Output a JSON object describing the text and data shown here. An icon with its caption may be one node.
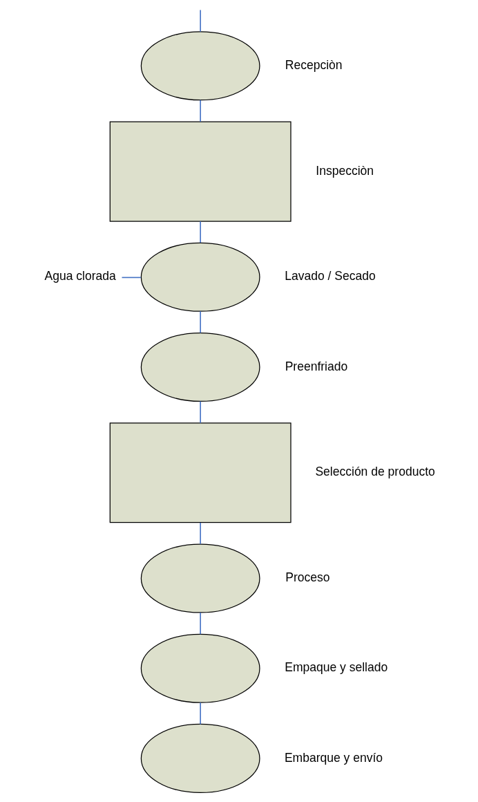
{
  "diagram": {
    "nodes": [
      {
        "text": [],
        "shape": "ellipse",
        "beside": [
          "Recepciòn"
        ]
      },
      {
        "text": [],
        "shape": "box",
        "beside": [
          "Inspecciòn"
        ]
      },
      {
        "text": [
          "Agua clorada"
        ]
      },
      {
        "text": [],
        "shape": "ellipse",
        "beside": [
          "Lavado / Secado"
        ]
      },
      {
        "text": [],
        "shape": "ellipse",
        "beside": [
          "Preenfriado"
        ]
      },
      {
        "text": [],
        "shape": "box",
        "beside": [
          "Selección de producto"
        ]
      },
      {
        "text": [],
        "shape": "ellipse",
        "beside": [
          "Proceso"
        ]
      },
      {
        "text": [],
        "shape": "ellipse",
        "beside": [
          "Empaque y sellado"
        ]
      },
      {
        "text": [],
        "shape": "ellipse",
        "beside": [
          "Embarque y envío"
        ]
      }
    ],
    "edges": [
      {
        "from": null,
        "to": 0,
        "arrow": "none"
      },
      {
        "from": 0,
        "to": 1,
        "arrow": "none"
      },
      {
        "from": 1,
        "to": 3,
        "arrow": "none"
      },
      {
        "from": 2,
        "to": 3,
        "arrow": "none"
      },
      {
        "from": 3,
        "to": 4,
        "arrow": "none"
      },
      {
        "from": 4,
        "to": 5,
        "arrow": "none"
      },
      {
        "from": 5,
        "to": 6,
        "arrow": "none"
      },
      {
        "from": 6,
        "to": 7,
        "arrow": "none"
      },
      {
        "from": 7,
        "to": 8,
        "arrow": "none"
      }
    ]
  }
}
